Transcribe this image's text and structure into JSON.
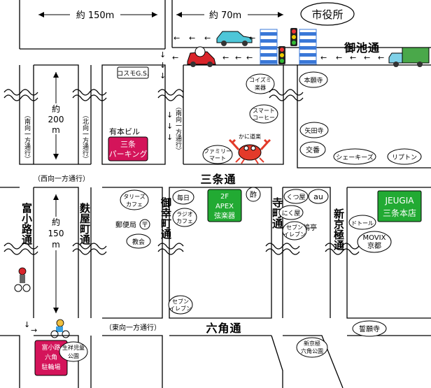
{
  "distances": {
    "top_left": "約 150m",
    "top_right": "約 70m",
    "left_vertical_1": [
      "約",
      "200",
      "m"
    ],
    "left_vertical_2": [
      "約",
      "150",
      "m"
    ]
  },
  "landmarks": {
    "city_hall": "市役所",
    "cosmo_gs": "コスモG.S.",
    "koizumi": [
      "コイズミ",
      "楽器"
    ],
    "honganji": "本願寺",
    "smart_coffee": [
      "スマート",
      "コーヒー"
    ],
    "yatadera": "矢田寺",
    "koban": "交番",
    "shakeys": "シェーキーズ",
    "lipton": "リプトン",
    "kani": "かに道楽",
    "family_mart": [
      "ファミリー",
      "マート"
    ],
    "arimoto_bldg": "有本ビル",
    "sanjo_parking": [
      "三条",
      "パーキング"
    ],
    "tullys": [
      "タリーズ",
      "カフェ"
    ],
    "post_office": "郵便局",
    "post_mark": "〒",
    "church": "教会",
    "mainichi": "毎日",
    "radio_cafe": [
      "ラジオ",
      "カフェ"
    ],
    "apex": [
      "2F",
      "APEX",
      "弦楽器"
    ],
    "su": "酢",
    "kutsuya": "くつ屋",
    "au": "au",
    "nikuya": "にく屋",
    "mishimatei": "三嶋亭",
    "seven_1": [
      "セブン",
      "イレブン"
    ],
    "seven_2": [
      "セブン",
      "イレブン"
    ],
    "jeugia": [
      "JEUGIA",
      "三条本店"
    ],
    "doutor": "ドトール",
    "movix": [
      "MOVIX",
      "京都"
    ],
    "seiganji": "誓願寺",
    "shinkyogoku_park": [
      "新京極",
      "六角公園"
    ],
    "tominokoji_parking": [
      "富小路",
      "六角",
      "駐輪場"
    ],
    "seisho_park": [
      "生祥児童",
      "公園"
    ]
  },
  "roads": {
    "oike": "御池通",
    "sanjo": "三条通",
    "rokkaku": "六角通",
    "tominokoji": "富小路通",
    "fuyacho": "麩屋町通",
    "gokomachi": "御幸町通",
    "teramachi": "寺町通",
    "shinkyogoku": "新京極通"
  },
  "one_way": {
    "south_1": "（南向一方通行）",
    "north": "（北向一方通行）",
    "south_2": "（南向一方通行）",
    "west": "（西向一方通行）",
    "east": "（東向一方通行）"
  },
  "colors": {
    "parking": "#d4145a",
    "apex": "#22aa33",
    "jeugia": "#22aa33",
    "crosswalk": "#3a78d8",
    "arrow": "#000000"
  }
}
